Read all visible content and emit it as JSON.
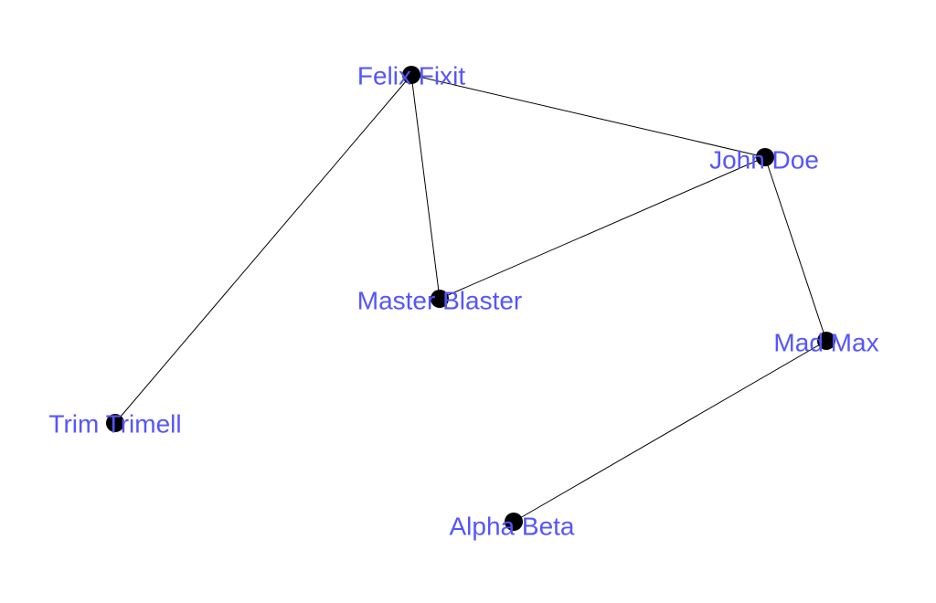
{
  "colors": {
    "label": "#5555ff",
    "node": "#000000",
    "edge": "#000000"
  },
  "nodes": [
    {
      "id": "felix",
      "label": "Felix Fixit"
    },
    {
      "id": "john",
      "label": "John Doe"
    },
    {
      "id": "master",
      "label": "Master Blaster"
    },
    {
      "id": "mad",
      "label": "Mad Max"
    },
    {
      "id": "trim",
      "label": "Trim Trimell"
    },
    {
      "id": "alpha",
      "label": "Alpha Beta"
    }
  ],
  "edges": [
    {
      "from": "felix",
      "to": "john"
    },
    {
      "from": "felix",
      "to": "master"
    },
    {
      "from": "felix",
      "to": "trim"
    },
    {
      "from": "john",
      "to": "master"
    },
    {
      "from": "john",
      "to": "mad"
    },
    {
      "from": "mad",
      "to": "alpha"
    }
  ]
}
